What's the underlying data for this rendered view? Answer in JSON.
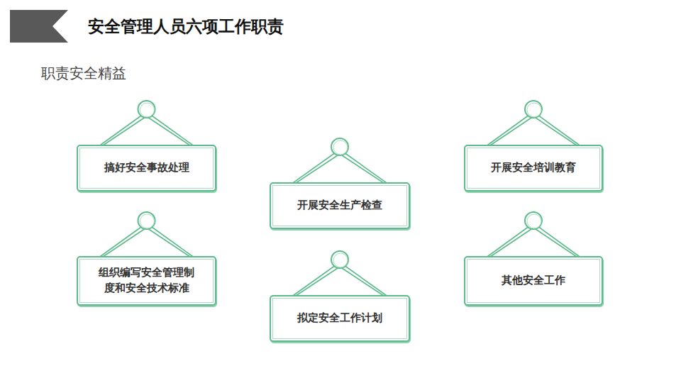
{
  "diagram": {
    "title": "安全管理人员六项工作职责",
    "nodes": [
      {
        "text": [
          "搞好安全事故处理"
        ]
      },
      {
        "text": [
          "开展安全生产检查"
        ]
      },
      {
        "text": [
          "开展安全培训教育"
        ]
      },
      {
        "text": [
          "组织编写安全管理制度和安全技术标准"
        ]
      },
      {
        "text": [
          "拟定安全工作计划"
        ]
      },
      {
        "text": [
          "其他安全工作"
        ]
      }
    ],
    "labels": [
      "职责安全精益"
    ]
  }
}
